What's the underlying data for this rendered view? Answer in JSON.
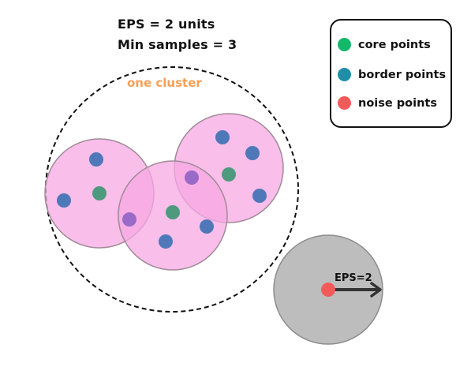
{
  "params": {
    "eps_line": "EPS = 2 units",
    "min_samples_line": "Min samples = 3"
  },
  "cluster_label": "one cluster",
  "legend": {
    "items": [
      {
        "label": "core points",
        "color": "#14b86a"
      },
      {
        "label": "border points",
        "color": "#1f8fa8"
      },
      {
        "label": "noise points",
        "color": "#f55a5a"
      }
    ]
  },
  "eps_arrow_label": "EPS=2",
  "colors": {
    "neighborhood_fill": "#f7a8e3",
    "neighborhood_stroke": "#a08a98",
    "core_point": "#4f9a7e",
    "border_point": "#4f78b8",
    "overlap_point": "#9a6ac8",
    "noise_point": "#f55a5a",
    "noise_region": "#bdbdbd",
    "cluster_outline": "#111111",
    "arrow": "#333333"
  }
}
